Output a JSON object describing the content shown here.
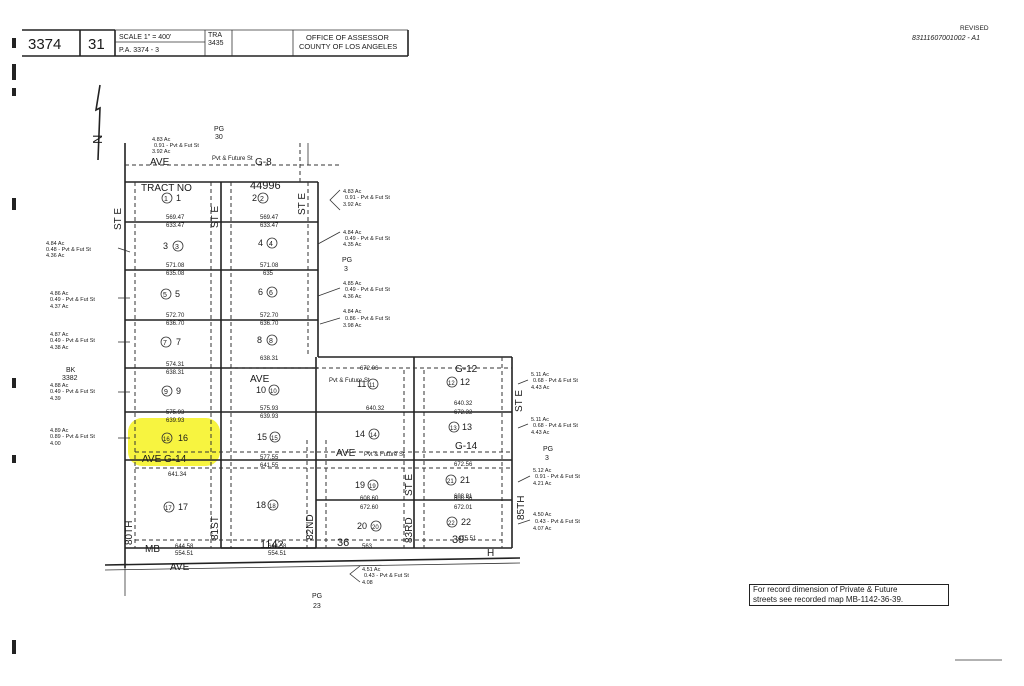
{
  "header": {
    "map_book": "3374",
    "page": "31",
    "scale": "SCALE 1\" = 400'",
    "pa": "P.A. 3374 - 3",
    "tra_label": "TRA",
    "tra_value": "3435",
    "office_line1": "OFFICE OF ASSESSOR",
    "office_line2": "COUNTY OF LOS ANGELES",
    "revised_label": "REVISED",
    "revised_code": "83111607001002 - A1"
  },
  "labels": {
    "pg30": "PG",
    "pg30b": "30",
    "pg3a": "PG",
    "pg3a_b": "3",
    "pg3b": "PG",
    "pg3b_b": "3",
    "pg23": "PG",
    "pg23b": "23",
    "bk": "BK",
    "bk_num": "3382",
    "tract": "TRACT NO",
    "tract_num": "44996",
    "mb": "MB",
    "mb_num": "1142",
    "mb_36": "36",
    "mb_39": "39",
    "north": "N",
    "ave_g8": "AVE",
    "g8_name": "G-8",
    "ave_g12": "AVE",
    "g12_name": "G-12",
    "ave_g14": "AVE",
    "g14_name": "G-14",
    "ave_g14w": "AVE  G-14",
    "ave_h": "AVE",
    "h_name": "H",
    "st_e_w": "ST E",
    "st_e_mid": "ST E",
    "st_e_east": "ST E",
    "st_80": "80TH",
    "st_81": "81ST",
    "st_82": "82ND",
    "st_83": "83RD",
    "st_e_83": "ST E",
    "st_85": "85TH",
    "st_85b": "ST E",
    "pvt": "Pvt & Future St"
  },
  "parcels": [
    "1",
    "2",
    "3",
    "4",
    "5",
    "6",
    "7",
    "8",
    "9",
    "10",
    "11",
    "12",
    "13",
    "14",
    "15",
    "16",
    "17",
    "18",
    "19",
    "20",
    "21",
    "22"
  ],
  "acreage": {
    "a1": "4.83 Ac",
    "a1b": "0.91 - Pvt & Fut St",
    "a1c": "3.92 Ac",
    "a2": "4.83 Ac",
    "a2b": "0.91 - Pvt & Fut St",
    "a2c": "3.92 Ac",
    "a3": "4.84 Ac",
    "a3b": "0.48 - Pvt & Fut St",
    "a3c": "4.36 Ac",
    "a4": "4.84 Ac",
    "a4b": "0.49 - Pvt & Fut St",
    "a4c": "4.35 Ac",
    "a5": "4.86 Ac",
    "a5b": "0.49 - Pvt & Fut St",
    "a5c": "4.37 Ac",
    "a6": "4.85 Ac",
    "a6b": "0.49 - Pvt & Fut St",
    "a6c": "4.36 Ac",
    "a7": "4.87 Ac",
    "a7b": "0.49 - Pvt & Fut St",
    "a7c": "4.38 Ac",
    "a8": "4.84 Ac",
    "a8b": "0.86 - Pvt & Fut St",
    "a8c": "3.98 Ac",
    "a9": "4.88 Ac",
    "a9b": "0.49 - Pvt & Fut St",
    "a9c": "4.39",
    "a16": "4.89 Ac",
    "a16b": "0.89 - Pvt & Fut St",
    "a16c": "4.00",
    "a12": "5.11 Ac",
    "a12b": "0.68 - Pvt & Fut St",
    "a12c": "4.43 Ac",
    "a13": "5.11 Ac",
    "a13b": "0.68 - Pvt & Fut St",
    "a13c": "4.43 Ac",
    "a21": "5.12 Ac",
    "a21b": "0.91 - Pvt & Fut St",
    "a21c": "4.21 Ac",
    "a22": "4.50 Ac",
    "a22b": "0.43 - Pvt & Fut St",
    "a22c": "4.07 Ac",
    "a20": "4.51 Ac",
    "a20b": "0.43 - Pvt & Fut St",
    "a20c": "4.08"
  },
  "dims": {
    "d1": "569.47",
    "d2": "633.47",
    "d3": "569.47",
    "d4": "633.47",
    "d5": "571.08",
    "d6": "635.08",
    "d7": "571.08",
    "d8": "635",
    "d9": "572.70",
    "d10": "636.70",
    "d11": "572.70",
    "d12": "636.70",
    "d13": "574.31",
    "d14": "638.31",
    "d15": "575.93",
    "d16": "639.93",
    "d17": "575.93",
    "d18": "639.93",
    "d19": "641.55",
    "d20": "577.55",
    "d21": "644.58",
    "d22": "554.51",
    "d23": "644.58",
    "d24": "554.51",
    "d25": "640.32",
    "d26": "672.06",
    "d27": "672.32",
    "d28": "640.32",
    "d29": "672.56",
    "d30": "608.56",
    "d31": "672.01",
    "d32": "608.91",
    "d33": "672.60",
    "d34": "608.60",
    "d35": "475.51",
    "d36": "563",
    "d37": "641.34",
    "d38": "638.31"
  },
  "footnote": {
    "line1": "For record dimension of Private & Future",
    "line2": "streets see recorded map MB-1142-36-39."
  },
  "colors": {
    "highlight": "#f4f000",
    "ink": "#1a1a1a"
  }
}
